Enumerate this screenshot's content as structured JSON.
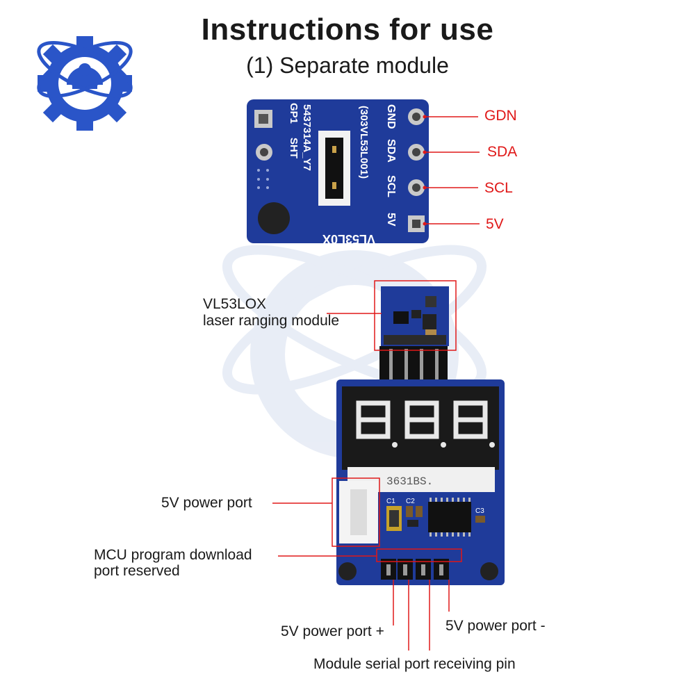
{
  "header": {
    "title": "Instructions for use",
    "subtitle": "(1) Separate module"
  },
  "sensor_board": {
    "silkscreen": {
      "pins": [
        "GND",
        "SDA",
        "SCL",
        "5V"
      ],
      "chip_code": "(303VL53L001)",
      "lot_code": "5437314A_Y7",
      "sht": "SHT",
      "gp1": "GP1",
      "model": "VL53L0X"
    }
  },
  "pin_labels": [
    "GDN",
    "SDA",
    "SCL",
    "5V"
  ],
  "display_board": {
    "display_part": "3631BS.",
    "capacitors": [
      "C1",
      "C2",
      "C3"
    ]
  },
  "callouts": {
    "module_line1": "VL53LOX",
    "module_line2": "laser ranging module",
    "power_port": "5V power port",
    "mcu_line1": "MCU program download",
    "mcu_line2": "port reserved",
    "power_plus": "5V power port +",
    "power_minus": "5V power port -",
    "serial_rx": "Module serial port receiving pin"
  },
  "colors": {
    "pcb_blue": "#1f3b9a",
    "callout_red": "#e01818",
    "logo_blue": "#2a55c8"
  }
}
